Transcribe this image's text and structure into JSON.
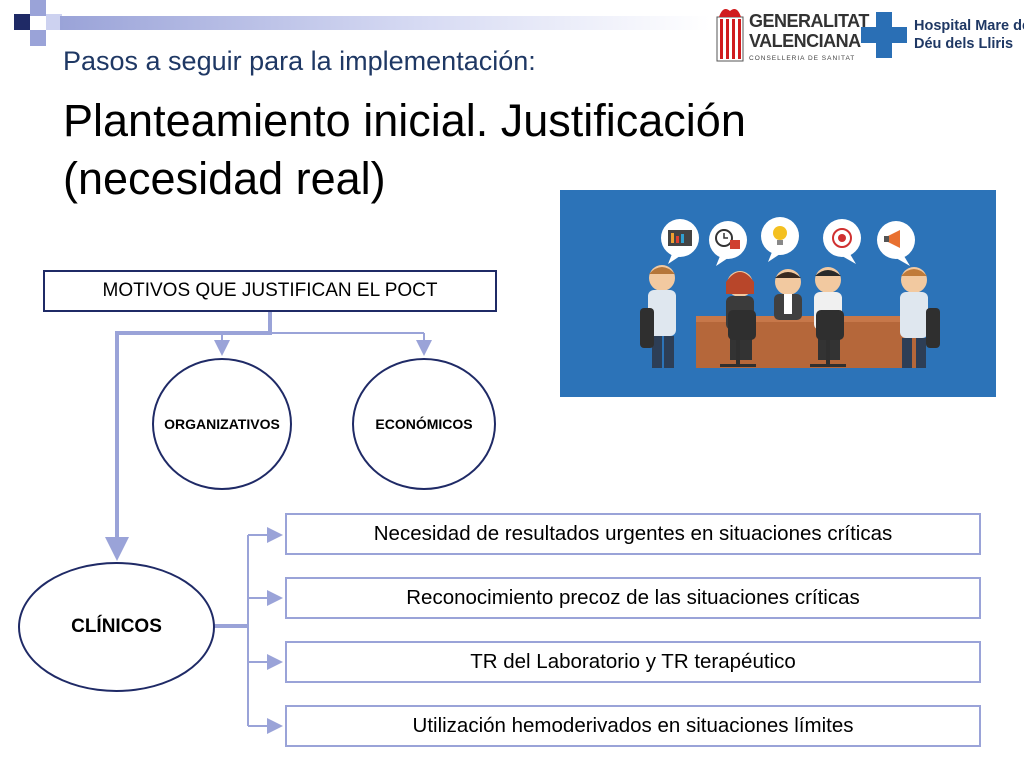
{
  "header": {
    "subtitle": "Pasos a seguir para la implementación:",
    "title": "Planteamiento inicial. Justificación (necesidad real)"
  },
  "logos": {
    "generalitat_line1": "GENERALITAT",
    "generalitat_line2": "VALENCIANA",
    "generalitat_sub": "CONSELLERIA DE SANITAT",
    "hospital_line1": "Hospital Mare de",
    "hospital_line2": "Déu dels Lliris"
  },
  "diagram": {
    "root": "MOTIVOS QUE JUSTIFICAN EL POCT",
    "organizativos": "ORGANIZATIVOS",
    "economicos": "ECONÓMICOS",
    "clinicos": "CLÍNICOS",
    "reasons": [
      "Necesidad de resultados urgentes en situaciones críticas",
      "Reconocimiento precoz de las situaciones críticas",
      "TR del Laboratorio y TR terapéutico",
      "Utilización hemoderivados en situaciones límites"
    ]
  },
  "illustration": {
    "icon_names": [
      "chart-bubble-icon",
      "clock-calendar-bubble-icon",
      "lightbulb-bubble-icon",
      "target-bubble-icon",
      "megaphone-bubble-icon"
    ]
  },
  "colors": {
    "dark_navy": "#1f2a66",
    "connector": "#9aa3d8",
    "illustration_bg": "#2c73b8",
    "subtitle": "#1f3864"
  }
}
